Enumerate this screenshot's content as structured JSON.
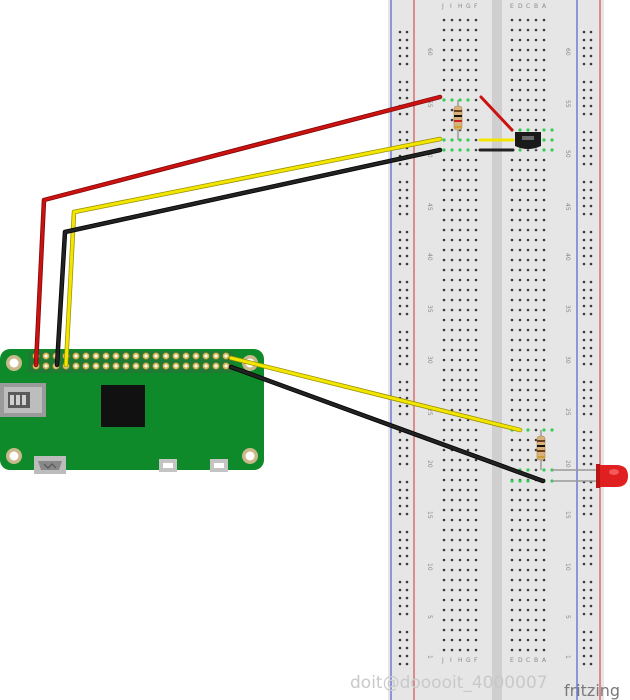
{
  "breadboard": {
    "column_letters_left": [
      "J",
      "I",
      "H",
      "G",
      "F"
    ],
    "column_letters_right": [
      "E",
      "D",
      "C",
      "B",
      "A"
    ],
    "row_numbers": [
      "60",
      "55",
      "50",
      "45",
      "40",
      "35",
      "30",
      "25",
      "20",
      "15",
      "10",
      "5",
      "1"
    ]
  },
  "watermark": "doit@dooooit_4000007",
  "brand": "fritzing",
  "colors": {
    "wire_red": "#cc1111",
    "wire_yellow": "#f2e600",
    "wire_black": "#222222",
    "board_green": "#0e8a2a",
    "breadboard": "#e8e8e8",
    "rail_red": "#d33333",
    "rail_blue": "#3344cc",
    "led_red": "#e02020"
  }
}
